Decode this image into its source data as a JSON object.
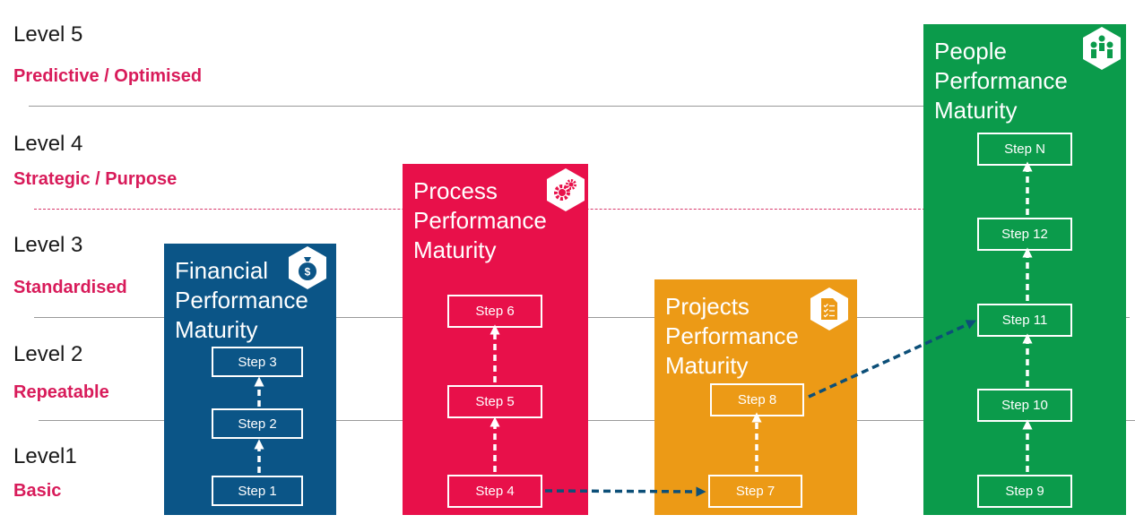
{
  "levels": [
    {
      "name": "Level 5",
      "desc": "Predictive / Optimised"
    },
    {
      "name": "Level 4",
      "desc": "Strategic / Purpose"
    },
    {
      "name": "Level 3",
      "desc": "Standardised"
    },
    {
      "name": "Level 2",
      "desc": "Repeatable"
    },
    {
      "name": "Level1",
      "desc": "Basic"
    }
  ],
  "colors": {
    "desc": "#d81b5a",
    "financial": "#0b5587",
    "process": "#e8104a",
    "projects": "#ec9a16",
    "people": "#0b9b4b",
    "connector": "#0c4f78"
  },
  "panels": [
    {
      "key": "financial",
      "title": "Financial\nPerformance\nMaturity",
      "icon": "money-bag-icon",
      "steps": [
        "Step 3",
        "Step 2",
        "Step 1"
      ]
    },
    {
      "key": "process",
      "title": "Process\nPerformance\nMaturity",
      "icon": "gears-icon",
      "steps": [
        "Step 6",
        "Step 5",
        "Step 4"
      ]
    },
    {
      "key": "projects",
      "title": "Projects\nPerformance\nMaturity",
      "icon": "checklist-icon",
      "steps": [
        "Step 8",
        "Step 7"
      ]
    },
    {
      "key": "people",
      "title": "People\nPerformance\nMaturity",
      "icon": "people-icon",
      "steps": [
        "Step N",
        "Step 12",
        "Step 11",
        "Step 10",
        "Step 9"
      ]
    }
  ]
}
